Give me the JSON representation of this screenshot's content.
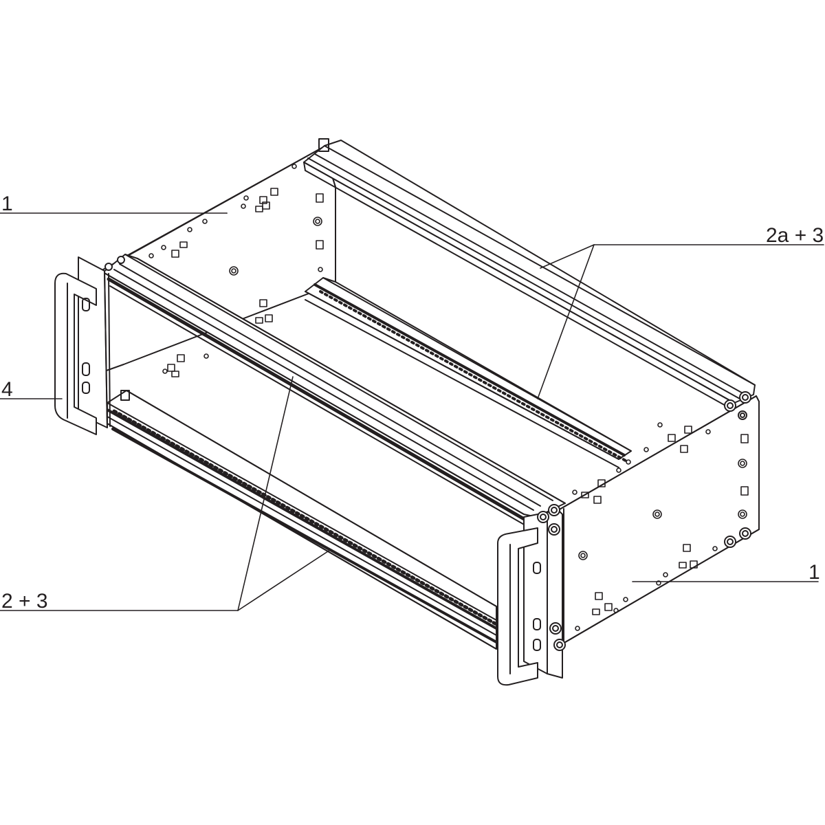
{
  "colors": {
    "ink": "#231f20",
    "background": "#ffffff"
  },
  "callouts": {
    "side_panel_top": "1",
    "rear_rail": "2a + 3",
    "handle": "4",
    "side_panel_right": "1",
    "front_rail": "2 + 3"
  }
}
